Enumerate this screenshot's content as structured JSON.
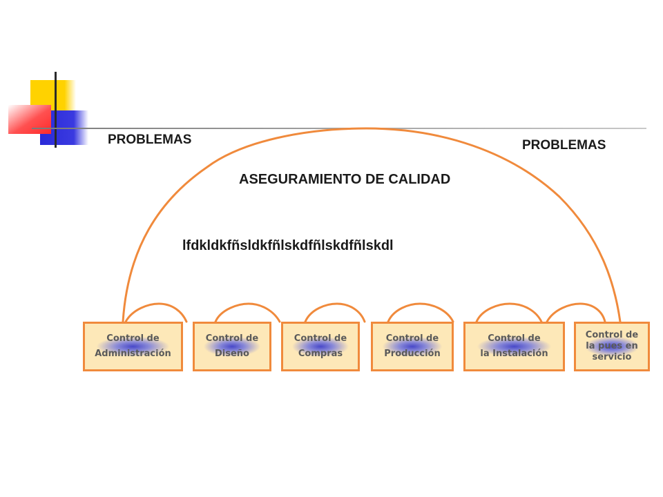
{
  "labels": {
    "problems_left": "PROBLEMAS",
    "problems_right": "PROBLEMAS",
    "title": "ASEGURAMIENTO DE CALIDAD",
    "subtitle": "lfdkldkfñsldkfñlskdfñlskdfñlskdl"
  },
  "boxes": [
    {
      "line1": "Control de",
      "line2": "Administración"
    },
    {
      "line1": "Control de",
      "line2": "Diseño"
    },
    {
      "line1": "Control de",
      "line2": "Compras"
    },
    {
      "line1": "Control de",
      "line2": "Producción"
    },
    {
      "line1": "Control de",
      "line2": "la Instalación"
    },
    {
      "line1": "Control de",
      "line2": "la pues en",
      "line3": "servicio"
    }
  ],
  "colors": {
    "connector": "#f08a3c",
    "box_border": "#f08a3c",
    "deco_yellow": "#ffd200",
    "deco_red": "#ff3a3a",
    "deco_blue": "#2a2ad8"
  }
}
